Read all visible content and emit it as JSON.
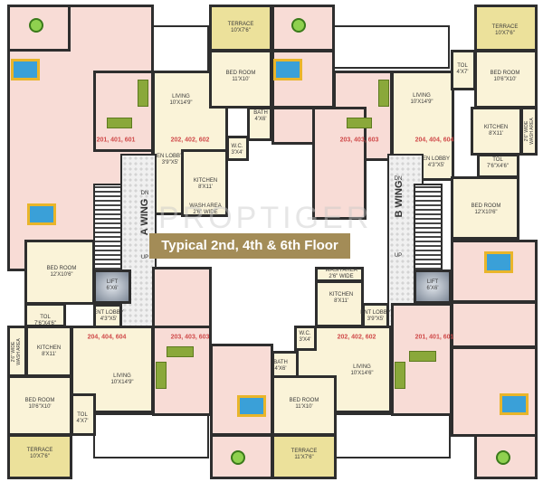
{
  "title": "Typical 2nd, 4th & 6th Floor Plan",
  "watermark": "PROPTIGER",
  "wings": {
    "a": "A WING",
    "b": "B WING"
  },
  "stairs": {
    "dn": "DN",
    "up": "UP"
  },
  "units": {
    "tl": "201, 401, 601",
    "tc": "202, 402, 602",
    "tr1": "203, 403, 603",
    "tr2": "204, 404, 604",
    "bl": "204, 404, 604",
    "bc": "203, 403, 603",
    "br1": "202, 402, 602",
    "br2": "201, 401, 601"
  },
  "rooms": {
    "tc_terrace": {
      "name": "TERRACE",
      "size": "10'X7'6\""
    },
    "tc_bed": {
      "name": "BED ROOM",
      "size": "11'X10'"
    },
    "tc_living": {
      "name": "LIVING",
      "size": "10'X14'9\""
    },
    "tc_bath": {
      "name": "BATH",
      "size": "4'X6'"
    },
    "tc_wc": {
      "name": "W.C.",
      "size": "3'X4'"
    },
    "tc_lobby": {
      "name": "EN LOBBY",
      "size": "3'9\"X5'"
    },
    "tc_kitchen": {
      "name": "KITCHEN",
      "size": "8'X11'"
    },
    "tc_wash": {
      "name": "WASH AREA",
      "size": "2'6\" WIDE"
    },
    "tr_terrace": {
      "name": "TERRACE",
      "size": "10'X7'6\""
    },
    "tr_tol1": {
      "name": "TOL",
      "size": "4'X7'"
    },
    "tr_bed1": {
      "name": "BED ROOM",
      "size": "10'6\"X10'"
    },
    "tr_living": {
      "name": "LIVING",
      "size": "10'X14'9\""
    },
    "tr_kitchen": {
      "name": "KITCHEN",
      "size": "8'X11'"
    },
    "tr_wash": {
      "name": "2'6\" WIDE",
      "size": "WASH AREA"
    },
    "tr_lobby": {
      "name": "EN LOBBY",
      "size": "4'3\"X5'"
    },
    "tr_tol2": {
      "name": "TOL",
      "size": "7'6\"X4'6\""
    },
    "tr_bed2": {
      "name": "BED ROOM",
      "size": "12'X10'6\""
    },
    "a_lift": {
      "name": "LIFT",
      "size": "6'X6'"
    },
    "b_lift": {
      "name": "LIFT",
      "size": "6'X6'"
    },
    "bl_bed1": {
      "name": "BED ROOM",
      "size": "12'X10'6\""
    },
    "bl_tol1": {
      "name": "TOL",
      "size": "7'6\"X4'6\""
    },
    "bl_lobby": {
      "name": "ENT LOBBY",
      "size": "4'3\"X5'"
    },
    "bl_kitchen": {
      "name": "KITCHEN",
      "size": "8'X11'"
    },
    "bl_wash": {
      "name": "2'6\" WIDE",
      "size": "WASH AREA"
    },
    "bl_living": {
      "name": "LIVING",
      "size": "10'X14'9\""
    },
    "bl_bed2": {
      "name": "BED ROOM",
      "size": "10'6\"X10'"
    },
    "bl_tol2": {
      "name": "TOL",
      "size": "4'X7'"
    },
    "bl_terrace": {
      "name": "TERRACE",
      "size": "10'X7'6\""
    },
    "br_wash": {
      "name": "WASH AREA",
      "size": "2'6\" WIDE"
    },
    "br_kitchen": {
      "name": "KITCHEN",
      "size": "8'X11'"
    },
    "br_lobby": {
      "name": "ENT LOBBY",
      "size": "3'9\"X5'"
    },
    "br_wc": {
      "name": "W.C.",
      "size": "3'X4'"
    },
    "br_bath": {
      "name": "BATH",
      "size": "4'X6'"
    },
    "br_living": {
      "name": "LIVING",
      "size": "10'X14'6\""
    },
    "br_bed": {
      "name": "BED ROOM",
      "size": "11'X10'"
    },
    "br_terrace": {
      "name": "TERRACE",
      "size": "11'X7'6\""
    }
  },
  "colors": {
    "pink_unit": "#f8dcd6",
    "cream_unit": "#faf3d8",
    "terrace": "#ece19b",
    "title_banner": "#a38c57",
    "unit_label": "#d04a4a"
  }
}
